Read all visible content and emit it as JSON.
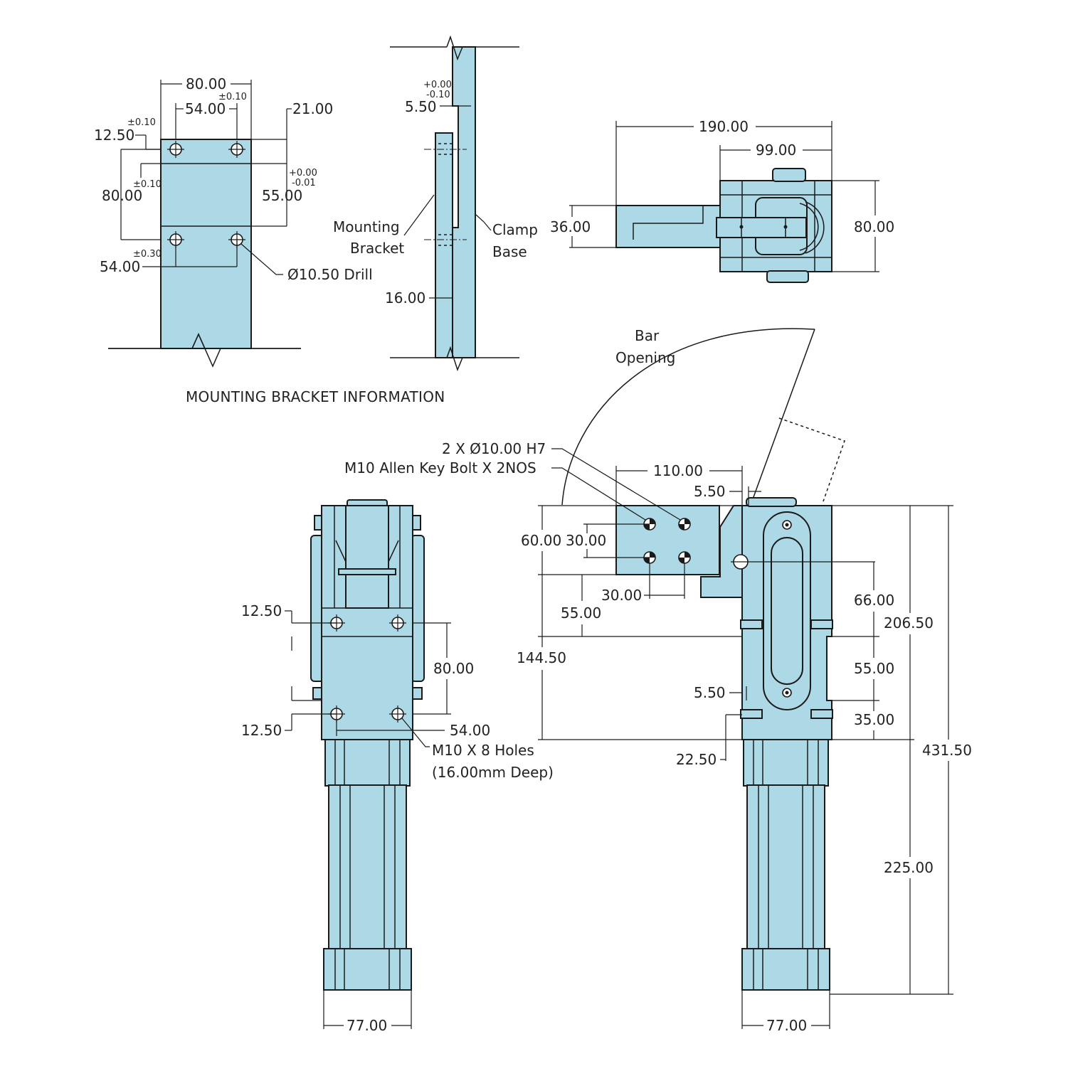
{
  "colors": {
    "part_fill": "#add8e6",
    "line": "#1a1a1a"
  },
  "bracket_front": {
    "dims": {
      "width": "80.00",
      "hole_spacing_top": "54.00",
      "tol_top": "±0.10",
      "edge_offset": "21.00",
      "top_offset": "12.50",
      "tol_top_offset": "±0.10",
      "hole_pitch": "80.00",
      "tol_pitch": "±0.10",
      "mid_depth": "55.00",
      "tol_mid_plus": "+0.00",
      "tol_mid_minus": "-0.01",
      "hole_spacing_bottom": "54.00",
      "tol_bottom": "±0.30"
    },
    "drill_label": "Ø10.50 Drill"
  },
  "bracket_side": {
    "dims": {
      "step": "5.50",
      "tol_plus": "+0.00",
      "tol_minus": "-0.10",
      "thickness": "16.00"
    },
    "labels": {
      "mounting_bracket": [
        "Mounting",
        "Bracket"
      ],
      "clamp_base": [
        "Clamp",
        "Base"
      ]
    }
  },
  "section_title": "MOUNTING BRACKET INFORMATION",
  "top_view": {
    "dims": {
      "overall": "190.00",
      "head": "99.00",
      "arm": "36.00",
      "height": "80.00"
    }
  },
  "front_view": {
    "dims": {
      "top_edge": "12.50",
      "bottom_edge": "12.50",
      "pitch": "80.00",
      "spacing": "54.00",
      "body_width": "77.00"
    },
    "holes_label": [
      "M10 X 8 Holes",
      "(16.00mm Deep)"
    ]
  },
  "side_view": {
    "labels": {
      "dowel": "2 X Ø10.00 H7",
      "bolt": "M10 Allen Key Bolt  X 2NOS",
      "bar_opening": [
        "Bar",
        "Opening"
      ]
    },
    "dims": {
      "arm_length": "110.00",
      "gap_top": "5.50",
      "arm_height": "60.00",
      "hole_v": "30.00",
      "hole_h": "30.00",
      "pivot_drop": "55.00",
      "pivot_height": "144.50",
      "to_slot": "66.00",
      "upper_total": "206.50",
      "slot_gap": "55.00",
      "lower": "35.00",
      "gap_bottom": "5.50",
      "offset": "22.50",
      "overall": "431.50",
      "cylinder": "225.00",
      "body_width": "77.00"
    }
  }
}
